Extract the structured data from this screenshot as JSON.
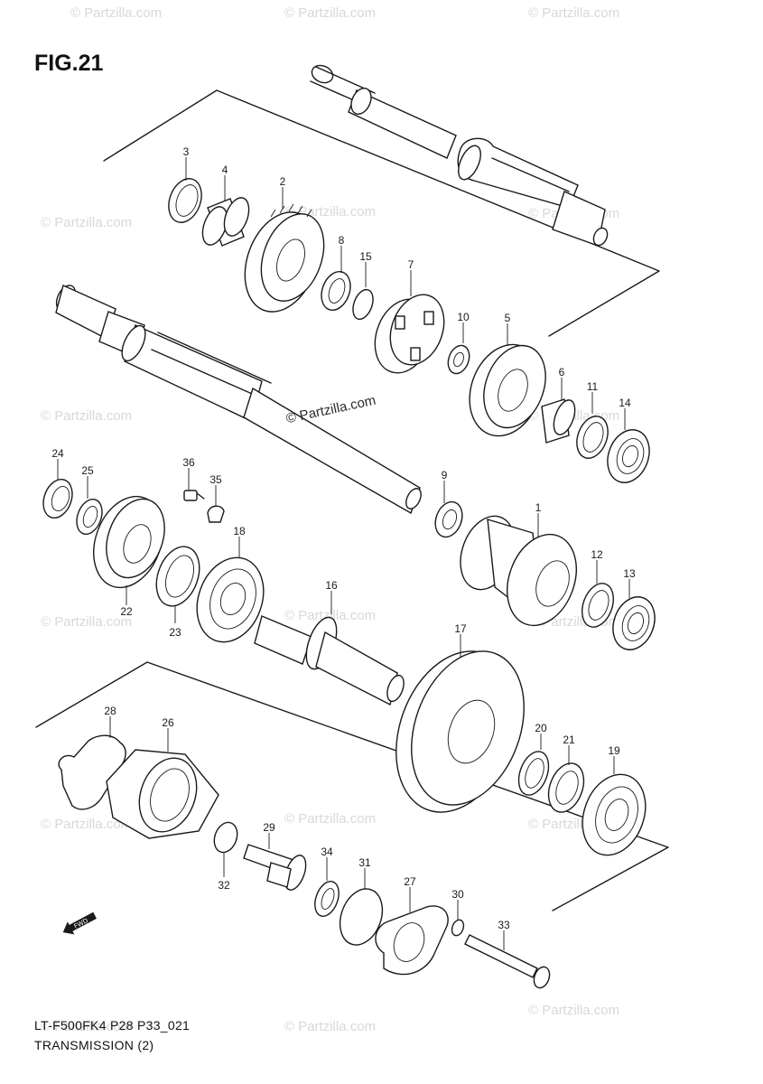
{
  "figure": {
    "title": "FIG.21",
    "model_code": "LT-F500FK4 P28 P33_021",
    "section_title": "TRANSMISSION (2)"
  },
  "watermark": {
    "text": "© Partzilla.com",
    "center_text": "© Partzilla.com"
  },
  "direction_badge": {
    "text": "FWD",
    "icon": "fwd-arrow-icon"
  },
  "callouts": [
    "1",
    "2",
    "3",
    "4",
    "5",
    "6",
    "7",
    "8",
    "9",
    "10",
    "11",
    "12",
    "13",
    "14",
    "15",
    "16",
    "17",
    "18",
    "19",
    "20",
    "21",
    "22",
    "23",
    "24",
    "25",
    "26",
    "27",
    "28",
    "29",
    "30",
    "31",
    "32",
    "33",
    "34",
    "35",
    "36"
  ],
  "colors": {
    "line": "#1a1a1a",
    "background": "#ffffff",
    "watermark": "#d8d8d8"
  }
}
